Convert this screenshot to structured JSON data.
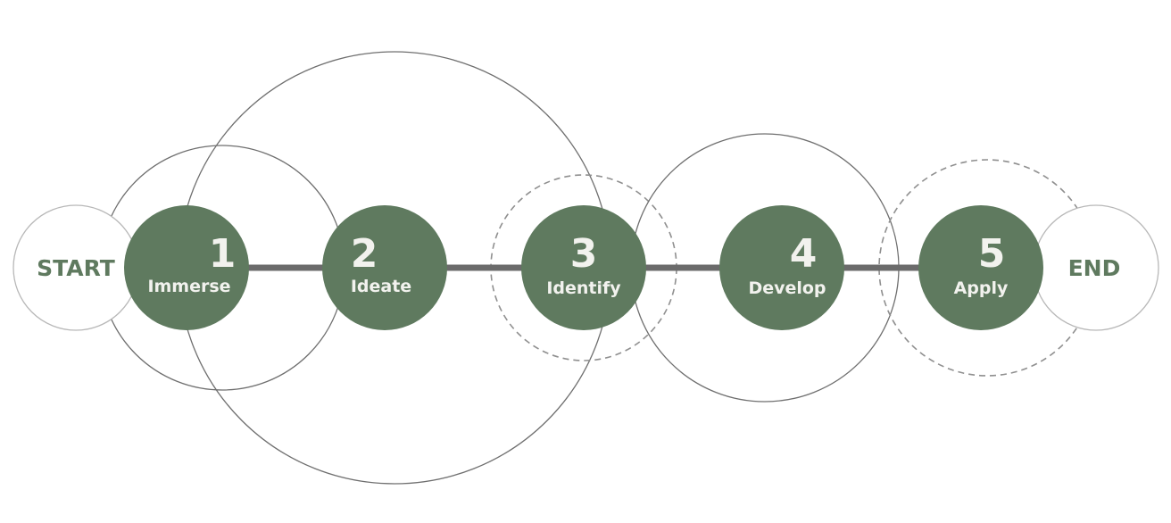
{
  "start_label": "START",
  "end_label": "END",
  "steps": [
    {
      "number": "1",
      "label": "Immerse"
    },
    {
      "number": "2",
      "label": "Ideate"
    },
    {
      "number": "3",
      "label": "Identify"
    },
    {
      "number": "4",
      "label": "Develop"
    },
    {
      "number": "5",
      "label": "Apply"
    }
  ],
  "colors": {
    "step_fill": "#5f7a5f",
    "step_text": "#f2f2ee",
    "terminal_text": "#5f7a5f",
    "connector": "#6b6b6b",
    "ring_stroke": "#6f6f6f"
  }
}
